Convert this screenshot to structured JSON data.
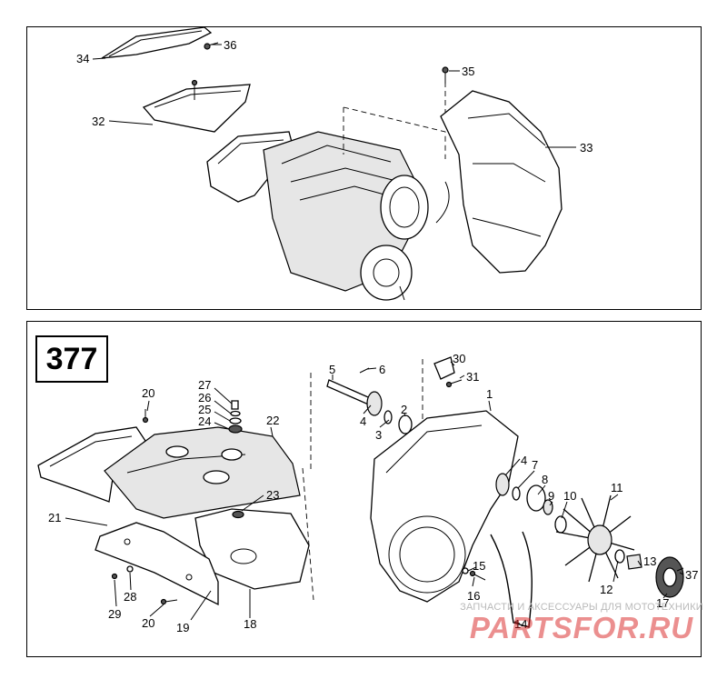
{
  "diagram_number": "377",
  "top_callouts": [
    "34",
    "36",
    "35",
    "32",
    "33"
  ],
  "bottom_callouts": [
    "30",
    "31",
    "5",
    "6",
    "1",
    "2",
    "3",
    "4",
    "27",
    "26",
    "25",
    "24",
    "20",
    "22",
    "4",
    "7",
    "8",
    "9",
    "10",
    "11",
    "21",
    "23",
    "15",
    "16",
    "13",
    "12",
    "37",
    "17",
    "14",
    "29",
    "28",
    "20",
    "19",
    "18"
  ],
  "watermark": {
    "tagline": "ЗАПЧАСТИ И АКСЕССУАРЫ ДЛЯ МОТОТЕХНИКИ",
    "logo": "PARTSFOR.RU",
    "color": "#d92222"
  }
}
